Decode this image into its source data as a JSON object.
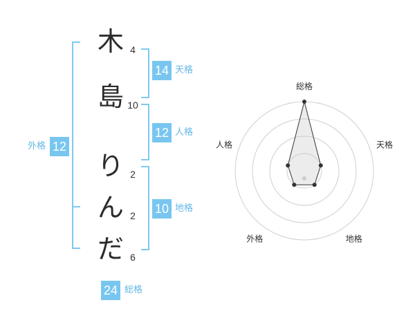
{
  "name": {
    "chars": [
      {
        "char": "木",
        "strokes": "4"
      },
      {
        "char": "島",
        "strokes": "10"
      },
      {
        "char": "り",
        "strokes": "2"
      },
      {
        "char": "ん",
        "strokes": "2"
      },
      {
        "char": "だ",
        "strokes": "6"
      }
    ]
  },
  "fortune": {
    "tenkaku": {
      "value": "14",
      "label": "天格"
    },
    "jinkaku": {
      "value": "12",
      "label": "人格"
    },
    "chikaku": {
      "value": "10",
      "label": "地格"
    },
    "gaikaku": {
      "value": "12",
      "label": "外格"
    },
    "soukaku": {
      "value": "24",
      "label": "総格"
    }
  },
  "colors": {
    "accent": "#78c6f0",
    "bracket": "#7ec9ef",
    "text": "#2b2b2b"
  },
  "chart_data": {
    "type": "radar",
    "axes": [
      "総格",
      "天格",
      "地格",
      "外格",
      "人格"
    ],
    "values": [
      4,
      1,
      1,
      1,
      1
    ],
    "max": 4,
    "rings": 4
  }
}
